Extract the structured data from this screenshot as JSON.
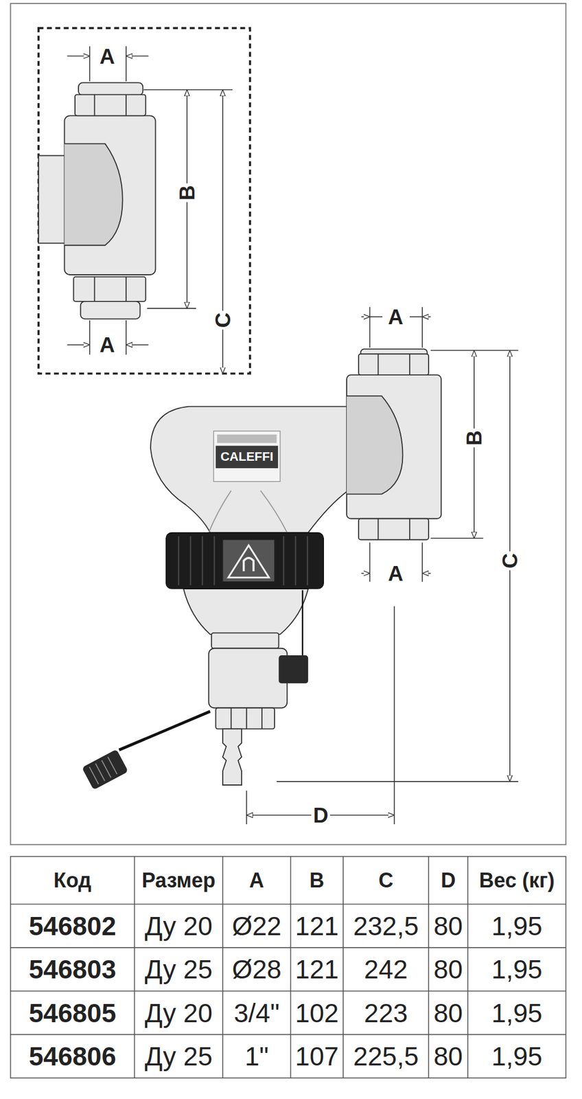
{
  "diagram": {
    "labels": [
      "A",
      "A",
      "B",
      "C",
      "A",
      "B",
      "A",
      "C",
      "CALEFFI",
      "D",
      "Код",
      "Размер",
      "A",
      "B",
      "C",
      "D",
      "Вес (кг)",
      "546802",
      "Ду 20",
      "Ø22",
      "121",
      "232,5",
      "80",
      "1,95",
      "546803",
      "Ду 25",
      "Ø28",
      "121",
      "242",
      "80",
      "1,95",
      "546805",
      "Ду 20",
      "3/4\"",
      "102",
      "223",
      "80",
      "1,95",
      "546806",
      "Ду 25",
      "1\"",
      "107",
      "225,5",
      "80",
      "1,95"
    ]
  }
}
